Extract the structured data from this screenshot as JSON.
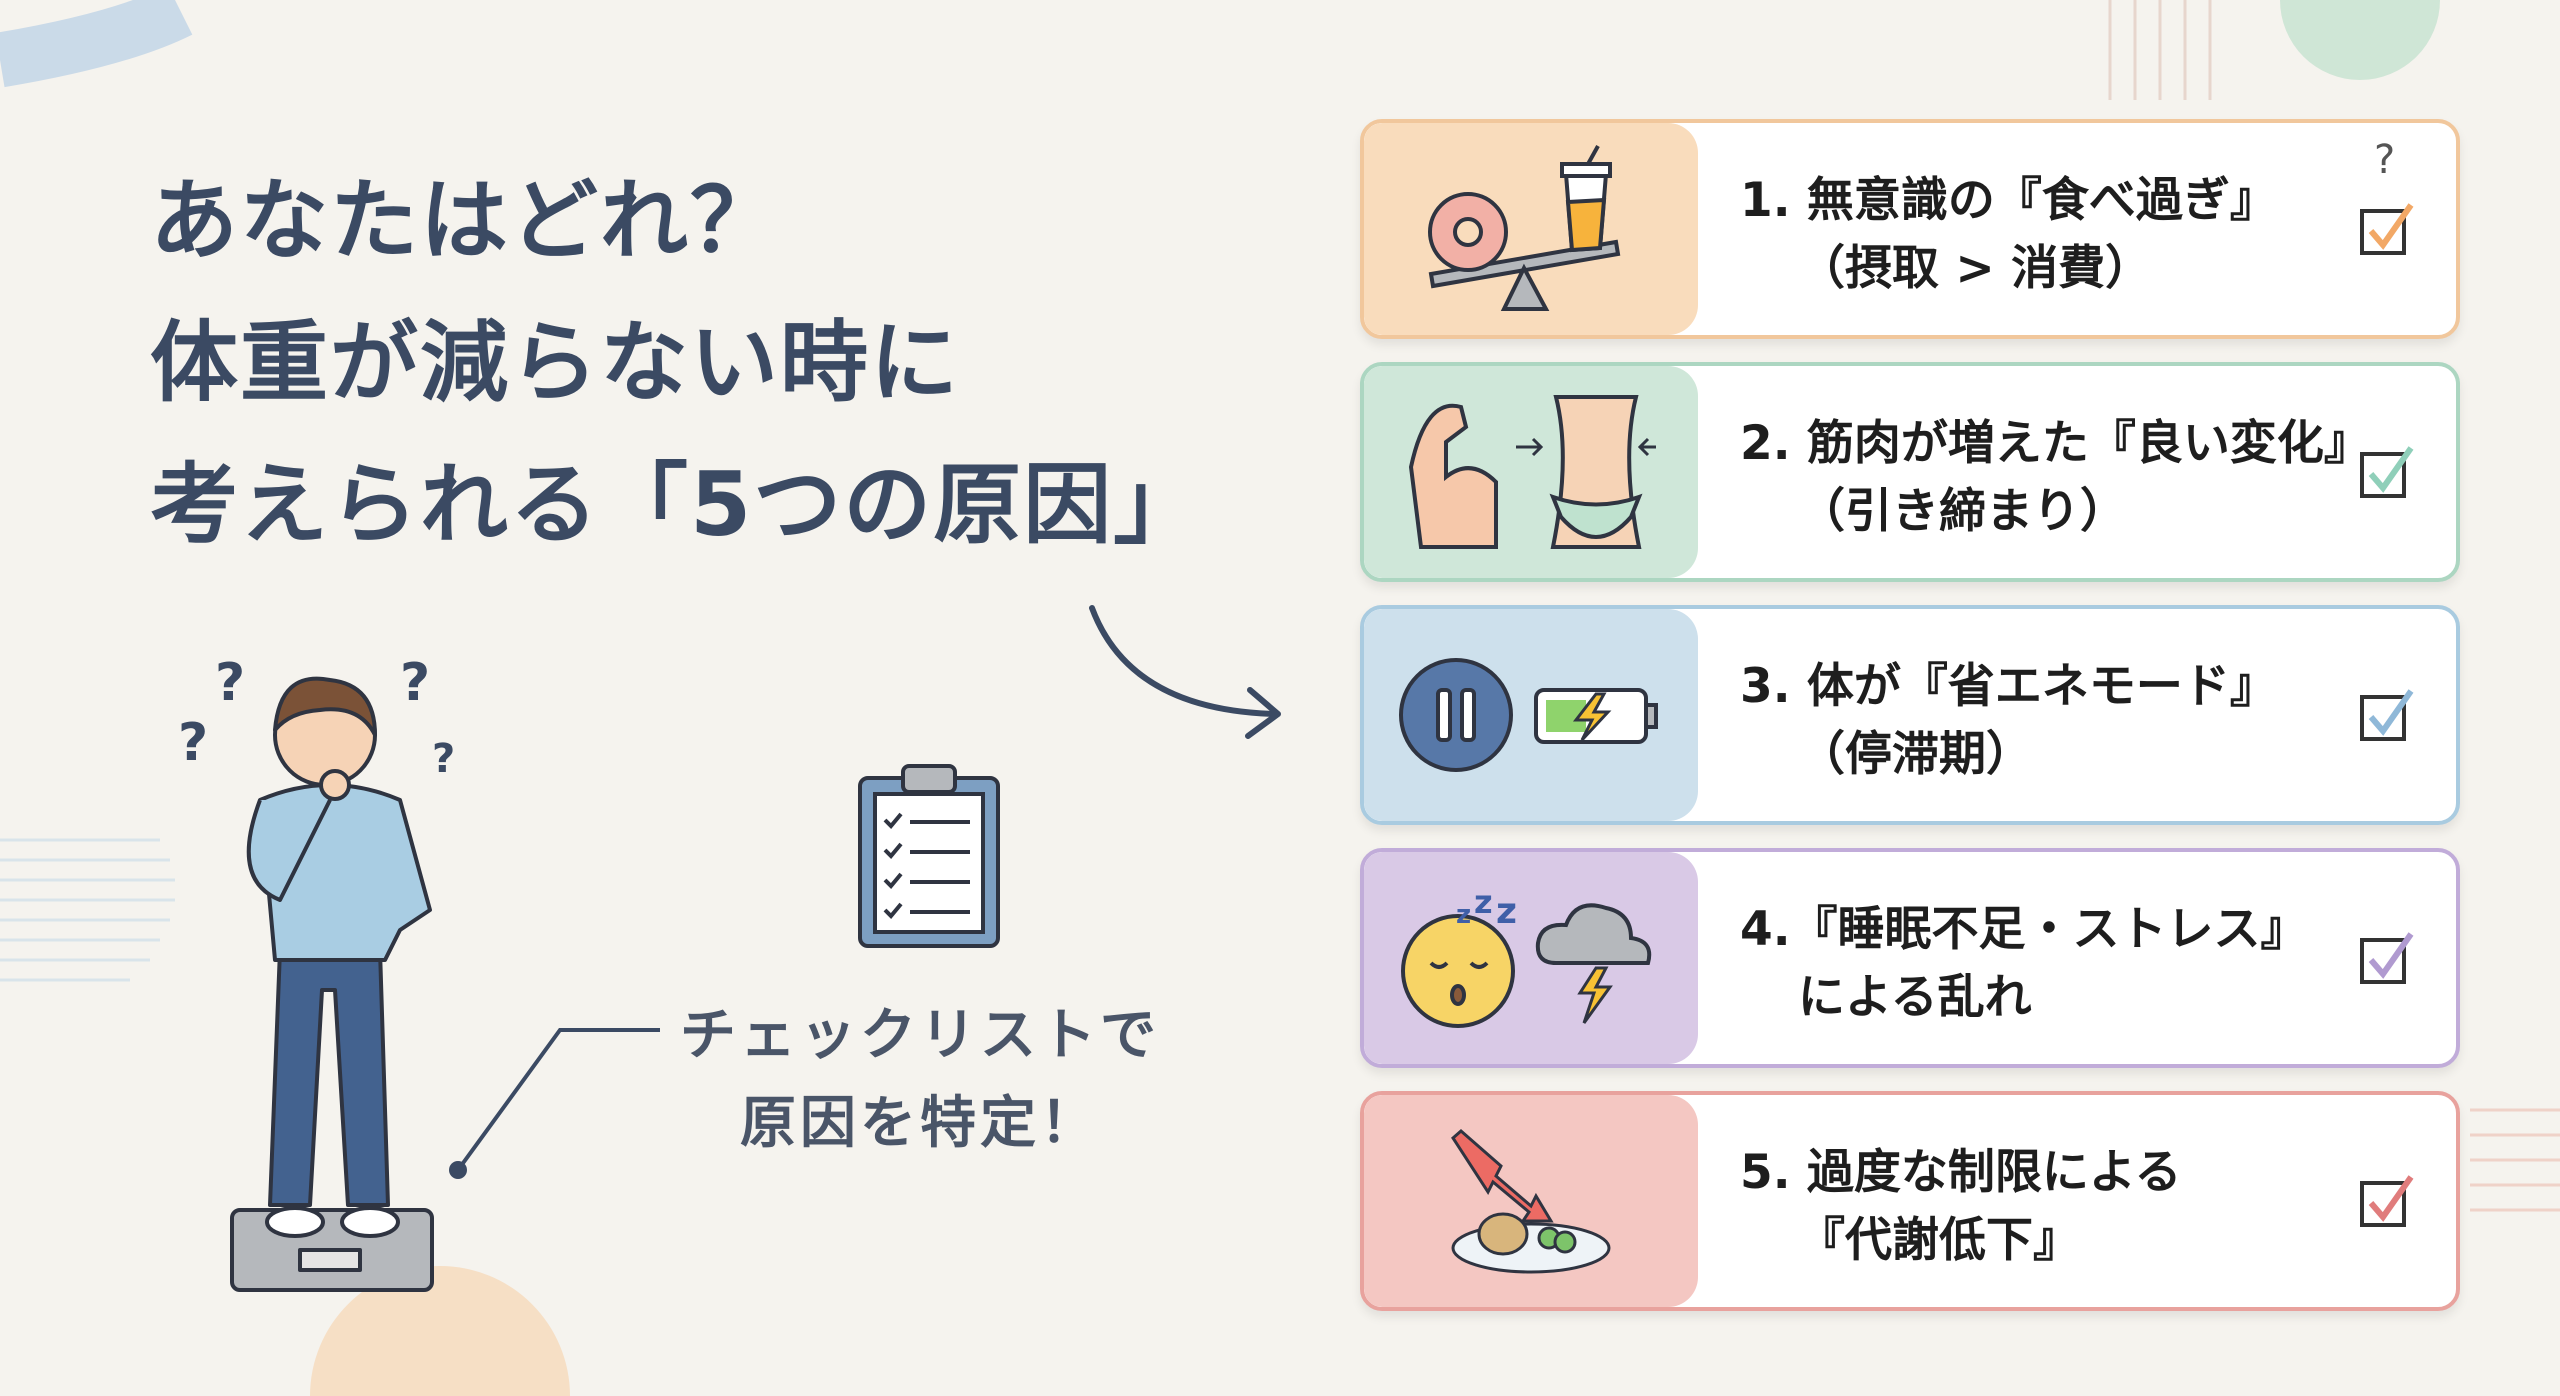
{
  "title": {
    "line1": "あなたはどれ？",
    "line2": "体重が減らない時に",
    "line3": "考えられる「5つの原因」"
  },
  "caption": {
    "line1": "チェックリストで",
    "line2": "原因を特定！"
  },
  "question_mark": "?",
  "causes": [
    {
      "line1": "1. 無意識の『食べ過ぎ』",
      "line2": "（摂取 > 消費）",
      "icon": "donut-juice-scale-icon",
      "panel_color": "#f9dcbc",
      "border_color": "#f1c79c",
      "check_color": "#f2a866"
    },
    {
      "line1": "2. 筋肉が増えた『良い変化』",
      "line2": "（引き締まり）",
      "icon": "muscle-waist-icon",
      "panel_color": "#cfe7d9",
      "border_color": "#acd6c1",
      "check_color": "#8fcfb9"
    },
    {
      "line1": "3. 体が『省エネモード』",
      "line2": "（停滞期）",
      "icon": "pause-battery-icon",
      "panel_color": "#cde0ec",
      "border_color": "#a9cbe0",
      "check_color": "#8fb8d8"
    },
    {
      "line1": "4.『睡眠不足・ストレス』",
      "line2": "による乱れ",
      "icon": "sleep-storm-icon",
      "panel_color": "#d9c9e6",
      "border_color": "#c1acd9",
      "check_color": "#b09ad0"
    },
    {
      "line1": "5. 過度な制限による",
      "line2": "『代謝低下』",
      "icon": "down-arrow-plate-icon",
      "panel_color": "#f4c7c2",
      "border_color": "#e8a29d",
      "check_color": "#e07c7c"
    }
  ]
}
